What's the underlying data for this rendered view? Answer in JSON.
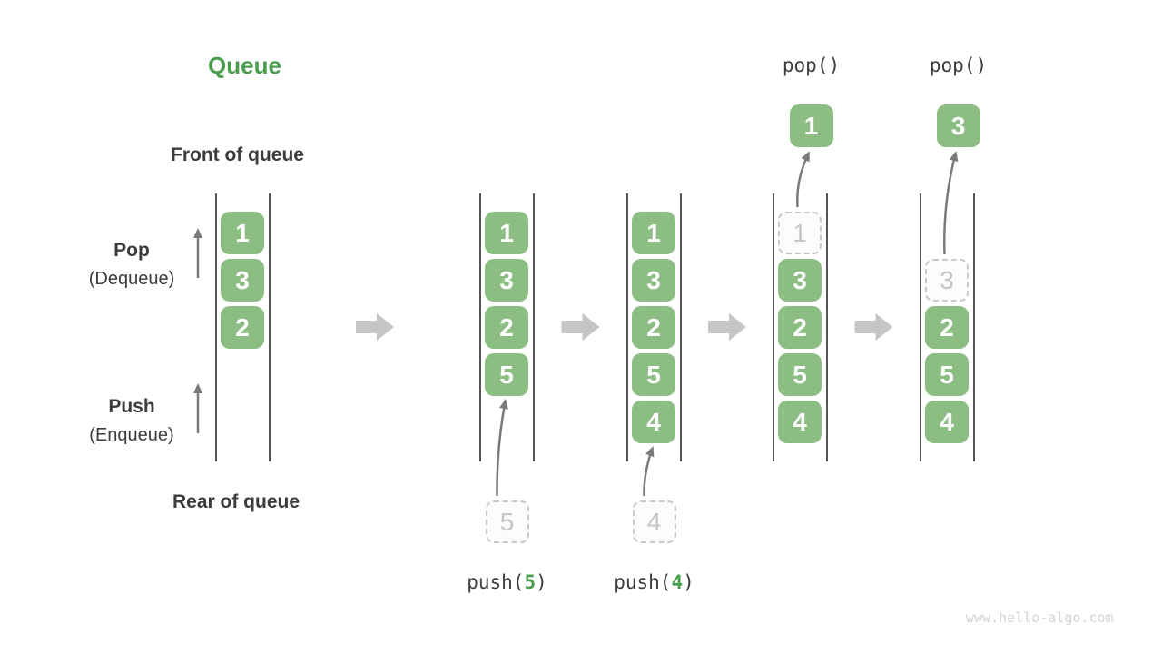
{
  "title": "Queue",
  "labels": {
    "front": "Front of queue",
    "rear": "Rear of queue",
    "pop_main": "Pop",
    "pop_sub": "(Dequeue)",
    "push_main": "Push",
    "push_sub": "(Enqueue)"
  },
  "watermark": "www.hello-algo.com",
  "colors": {
    "cell_green": "#8CBE84",
    "accent_green": "#4B9E50",
    "text_dark": "#3C3C3C",
    "thin_arrow_gray": "#7A7A7A",
    "block_arrow_gray": "#C5C5C5",
    "dashed_border_gray": "#C9C9C9",
    "dashed_text_gray": "#C5C5C5",
    "wall_gray": "#555555",
    "watermark_gray": "#D4D4D4"
  },
  "states": [
    {
      "cells": [
        {
          "value": "1",
          "slot": 0,
          "style": "solid"
        },
        {
          "value": "3",
          "slot": 1,
          "style": "solid"
        },
        {
          "value": "2",
          "slot": 2,
          "style": "solid"
        }
      ]
    },
    {
      "operation": {
        "type": "push",
        "prefix": "push(",
        "arg": "5",
        "suffix": ")"
      },
      "cells": [
        {
          "value": "1",
          "slot": 0,
          "style": "solid"
        },
        {
          "value": "3",
          "slot": 1,
          "style": "solid"
        },
        {
          "value": "2",
          "slot": 2,
          "style": "solid"
        },
        {
          "value": "5",
          "slot": 3,
          "style": "solid"
        }
      ]
    },
    {
      "operation": {
        "type": "push",
        "prefix": "push(",
        "arg": "4",
        "suffix": ")"
      },
      "cells": [
        {
          "value": "1",
          "slot": 0,
          "style": "solid"
        },
        {
          "value": "3",
          "slot": 1,
          "style": "solid"
        },
        {
          "value": "2",
          "slot": 2,
          "style": "solid"
        },
        {
          "value": "5",
          "slot": 3,
          "style": "solid"
        },
        {
          "value": "4",
          "slot": 4,
          "style": "solid"
        }
      ]
    },
    {
      "operation": {
        "type": "pop",
        "label": "pop()",
        "result": "1"
      },
      "cells": [
        {
          "value": "1",
          "slot": 0,
          "style": "dashed"
        },
        {
          "value": "3",
          "slot": 1,
          "style": "solid"
        },
        {
          "value": "2",
          "slot": 2,
          "style": "solid"
        },
        {
          "value": "5",
          "slot": 3,
          "style": "solid"
        },
        {
          "value": "4",
          "slot": 4,
          "style": "solid"
        }
      ]
    },
    {
      "operation": {
        "type": "pop",
        "label": "pop()",
        "result": "3"
      },
      "cells": [
        {
          "value": "3",
          "slot": 1,
          "style": "dashed"
        },
        {
          "value": "2",
          "slot": 2,
          "style": "solid"
        },
        {
          "value": "5",
          "slot": 3,
          "style": "solid"
        },
        {
          "value": "4",
          "slot": 4,
          "style": "solid"
        }
      ]
    }
  ]
}
